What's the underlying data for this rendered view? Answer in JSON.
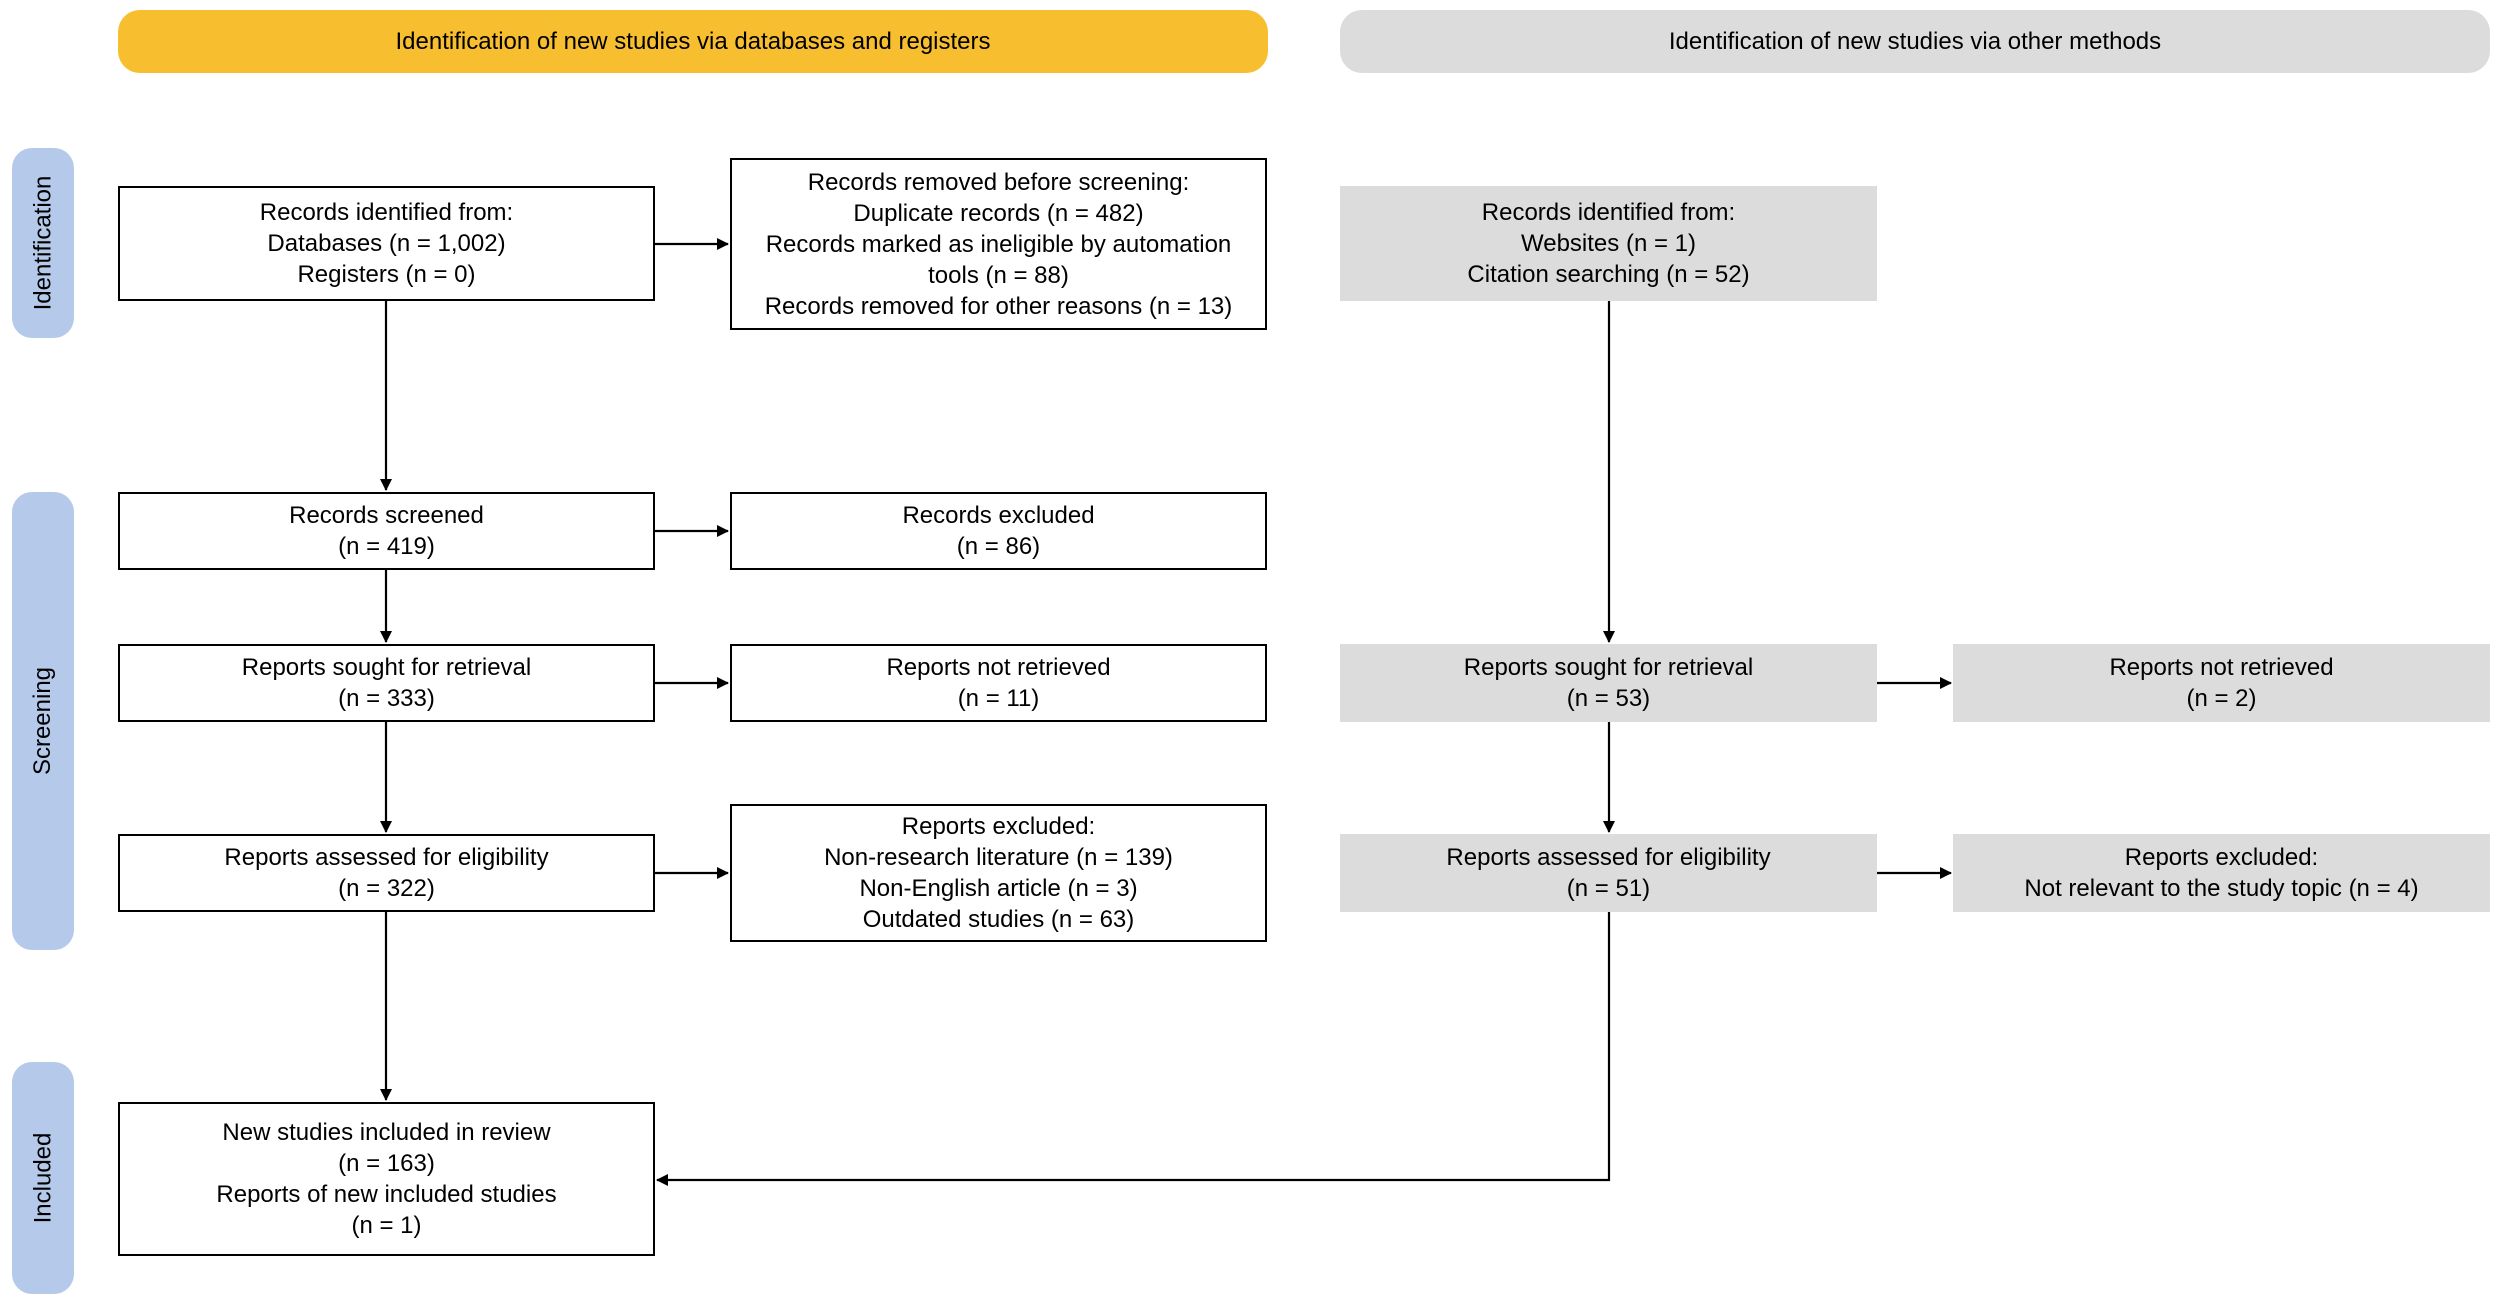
{
  "headers": {
    "databases": "Identification of new studies via databases and registers",
    "other": "Identification of new studies via other methods"
  },
  "stages": {
    "identification": "Identification",
    "screening": "Screening",
    "included": "Included"
  },
  "db": {
    "identified": [
      "Records identified from:",
      "Databases (n = 1,002)",
      "Registers (n = 0)"
    ],
    "removed": [
      "Records removed before screening:",
      "Duplicate records (n = 482)",
      "Records marked as ineligible by automation",
      "tools (n = 88)",
      "Records removed for other reasons (n = 13)"
    ],
    "screened": [
      "Records screened",
      "(n = 419)"
    ],
    "excluded": [
      "Records excluded",
      "(n = 86)"
    ],
    "sought": [
      "Reports sought for retrieval",
      "(n = 333)"
    ],
    "not_retrieved": [
      "Reports not retrieved",
      "(n = 11)"
    ],
    "assessed": [
      "Reports assessed for eligibility",
      "(n = 322)"
    ],
    "reports_excluded": [
      "Reports excluded:",
      "Non-research literature (n = 139)",
      "Non-English article (n = 3)",
      "Outdated studies (n = 63)"
    ],
    "included": [
      "New studies included in review",
      "(n = 163)",
      "Reports of new included studies",
      "(n = 1)"
    ]
  },
  "other": {
    "identified": [
      "Records identified from:",
      "Websites (n = 1)",
      "Citation searching (n = 52)"
    ],
    "sought": [
      "Reports sought for retrieval",
      "(n = 53)"
    ],
    "not_retrieved": [
      "Reports not retrieved",
      "(n = 2)"
    ],
    "assessed": [
      "Reports assessed for eligibility",
      "(n = 51)"
    ],
    "reports_excluded": [
      "Reports excluded:",
      "Not relevant to the study topic (n = 4)"
    ]
  },
  "colors": {
    "databases_header": "#f7be30",
    "other_header": "#dcdcdc",
    "stage_label": "#b5caea",
    "other_box": "#dcdcdc"
  }
}
